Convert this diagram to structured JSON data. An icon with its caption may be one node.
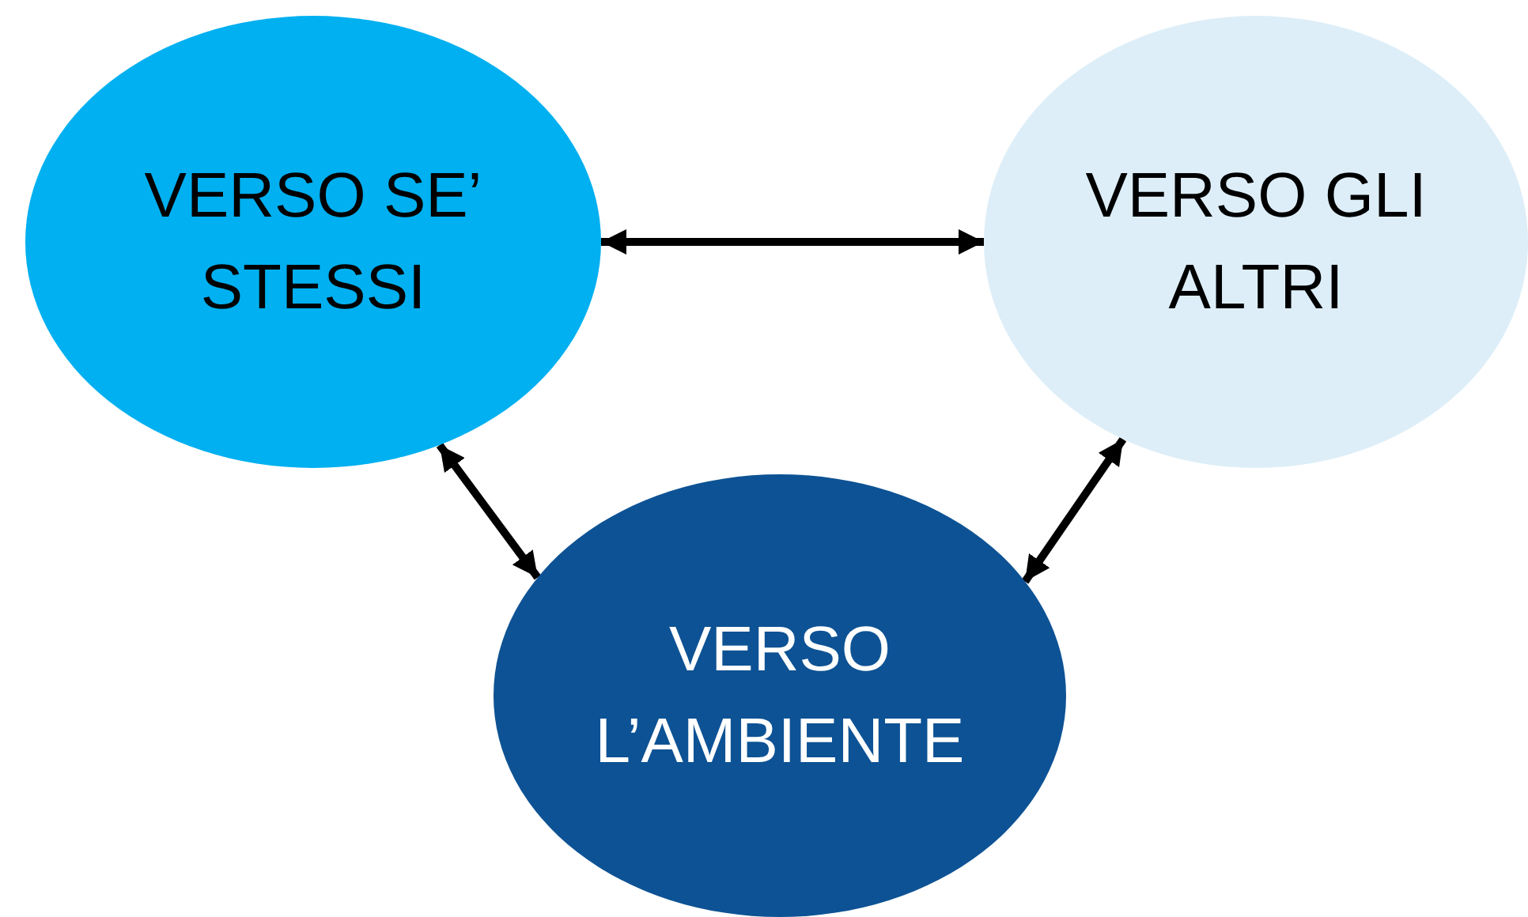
{
  "diagram": {
    "nodes": [
      {
        "text": [
          "VERSO SE’ STESSI"
        ]
      },
      {
        "text": [
          "VERSO GLI ALTRI"
        ]
      },
      {
        "text": [
          "VERSO L’AMBIENTE"
        ]
      }
    ],
    "edges": [
      {
        "from": 0,
        "to": 1,
        "arrow": "both"
      },
      {
        "from": 0,
        "to": 2,
        "arrow": "both"
      },
      {
        "from": 1,
        "to": 2,
        "arrow": "both"
      }
    ]
  }
}
